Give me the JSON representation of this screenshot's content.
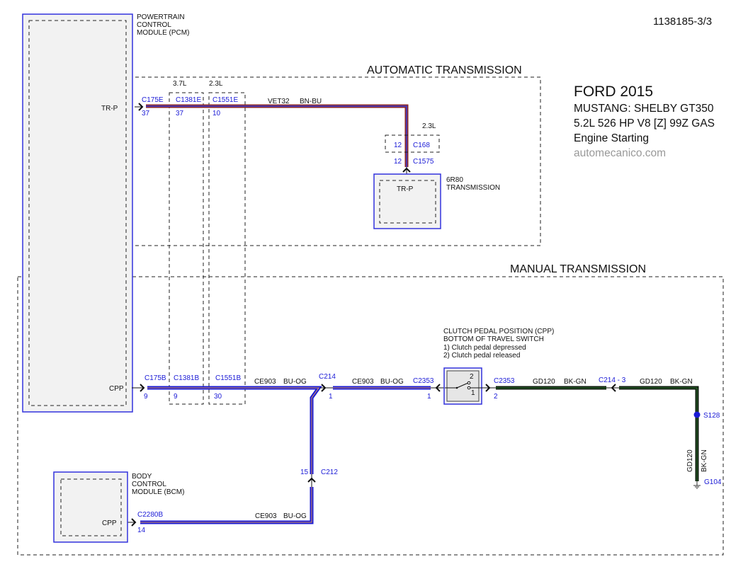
{
  "doc_ref": "1138185-3/3",
  "title_block": {
    "make_year": "FORD 2015",
    "model": "MUSTANG: SHELBY GT350",
    "engine": "5.2L 526 HP V8 [Z] 99Z GAS",
    "system": "Engine Starting",
    "site": "automecanico.com"
  },
  "sections": {
    "automatic": "AUTOMATIC TRANSMISSION",
    "manual": "MANUAL TRANSMISSION"
  },
  "modules": {
    "pcm": {
      "line1": "POWERTRAIN",
      "line2": "CONTROL",
      "line3": "MODULE (PCM)",
      "pin_trp": "TR-P",
      "pin_cpp": "CPP"
    },
    "transmission": {
      "line1": "6R80",
      "line2": "TRANSMISSION",
      "pin": "TR-P"
    },
    "bcm": {
      "line1": "BODY",
      "line2": "CONTROL",
      "line3": "MODULE (BCM)",
      "pin": "CPP"
    },
    "cpp_switch": {
      "line1": "CLUTCH PEDAL POSITION (CPP)",
      "line2": "BOTTOM OF TRAVEL SWITCH",
      "note1": "1) Clutch pedal depressed",
      "note2": "2) Clutch pedal released",
      "pos1": "1",
      "pos2": "2"
    }
  },
  "engine_variants": {
    "v37": "3.7L",
    "v23a": "2.3L",
    "v23b": "2.3L"
  },
  "connectors": {
    "c175e": {
      "name": "C175E",
      "pin": "37"
    },
    "c1381e": {
      "name": "C1381E",
      "pin": "37"
    },
    "c1551e": {
      "name": "C1551E",
      "pin": "10"
    },
    "c168": {
      "name": "C168",
      "pin": "12"
    },
    "c1575": {
      "name": "C1575",
      "pin": "12"
    },
    "c175b": {
      "name": "C175B",
      "pin": "9"
    },
    "c1381b": {
      "name": "C1381B",
      "pin": "9"
    },
    "c1551b": {
      "name": "C1551B",
      "pin": "30"
    },
    "c214": {
      "name": "C214",
      "pin": "1"
    },
    "c2353_in": {
      "name": "C2353",
      "pin": "1"
    },
    "c2353_out": {
      "name": "C2353",
      "pin": "2"
    },
    "c214_3": {
      "name": "C214 - 3"
    },
    "c212": {
      "name": "C212",
      "pin": "15"
    },
    "c2280b": {
      "name": "C2280B",
      "pin": "14"
    },
    "s128": {
      "name": "S128"
    },
    "g104": {
      "name": "G104"
    }
  },
  "wires": {
    "vet32": {
      "circuit": "VET32",
      "color": "BN-BU"
    },
    "ce903_a": {
      "circuit": "CE903",
      "color": "BU-OG"
    },
    "ce903_b": {
      "circuit": "CE903",
      "color": "BU-OG"
    },
    "ce903_c": {
      "circuit": "CE903",
      "color": "BU-OG"
    },
    "gd120_a": {
      "circuit": "GD120",
      "color": "BK-GN"
    },
    "gd120_b": {
      "circuit": "GD120",
      "color": "BK-GN"
    },
    "gd120_v": {
      "circuit": "GD120",
      "color": "BK-GN"
    }
  },
  "colors": {
    "bn_outer": "#8b2a2a",
    "bn_stripe": "#3a3ad8",
    "bu_outer": "#1a1ad6",
    "og_stripe": "#e09a55",
    "bk_outer": "#0e1a0e",
    "gn_stripe": "#2e7a2e",
    "module_border": "#3333dd",
    "label_blue": "#1a1ad6"
  }
}
